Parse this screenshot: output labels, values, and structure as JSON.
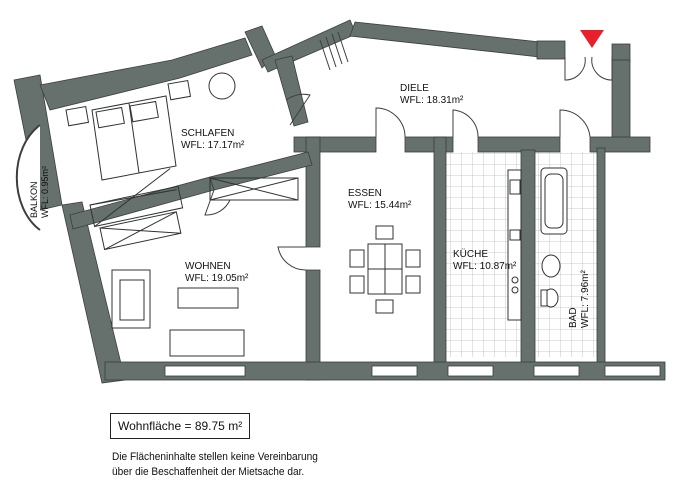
{
  "rooms": {
    "diele": {
      "name": "DIELE",
      "area": "WFL: 18.31m²"
    },
    "schlafen": {
      "name": "SCHLAFEN",
      "area": "WFL: 17.17m²"
    },
    "essen": {
      "name": "ESSEN",
      "area": "WFL: 15.44m²"
    },
    "wohnen": {
      "name": "WOHNEN",
      "area": "WFL: 19.05m²"
    },
    "kueche": {
      "name": "KÜCHE",
      "area": "WFL: 10.87m²"
    },
    "bad": {
      "name": "BAD",
      "area": "WFL: 7.96m²"
    },
    "balkon": {
      "name": "BALKON",
      "area": "WFL: 0.95m²"
    }
  },
  "summary": "Wohnfläche = 89.75 m²",
  "note": {
    "line1": "Die Flächeninhalte stellen keine Vereinbarung",
    "line2": "über die Beschaffenheit der Mietsache dar."
  },
  "colors": {
    "wall": "#66706c",
    "entrance_marker": "#e8202c",
    "tile_grid": "#b8bdb9"
  }
}
